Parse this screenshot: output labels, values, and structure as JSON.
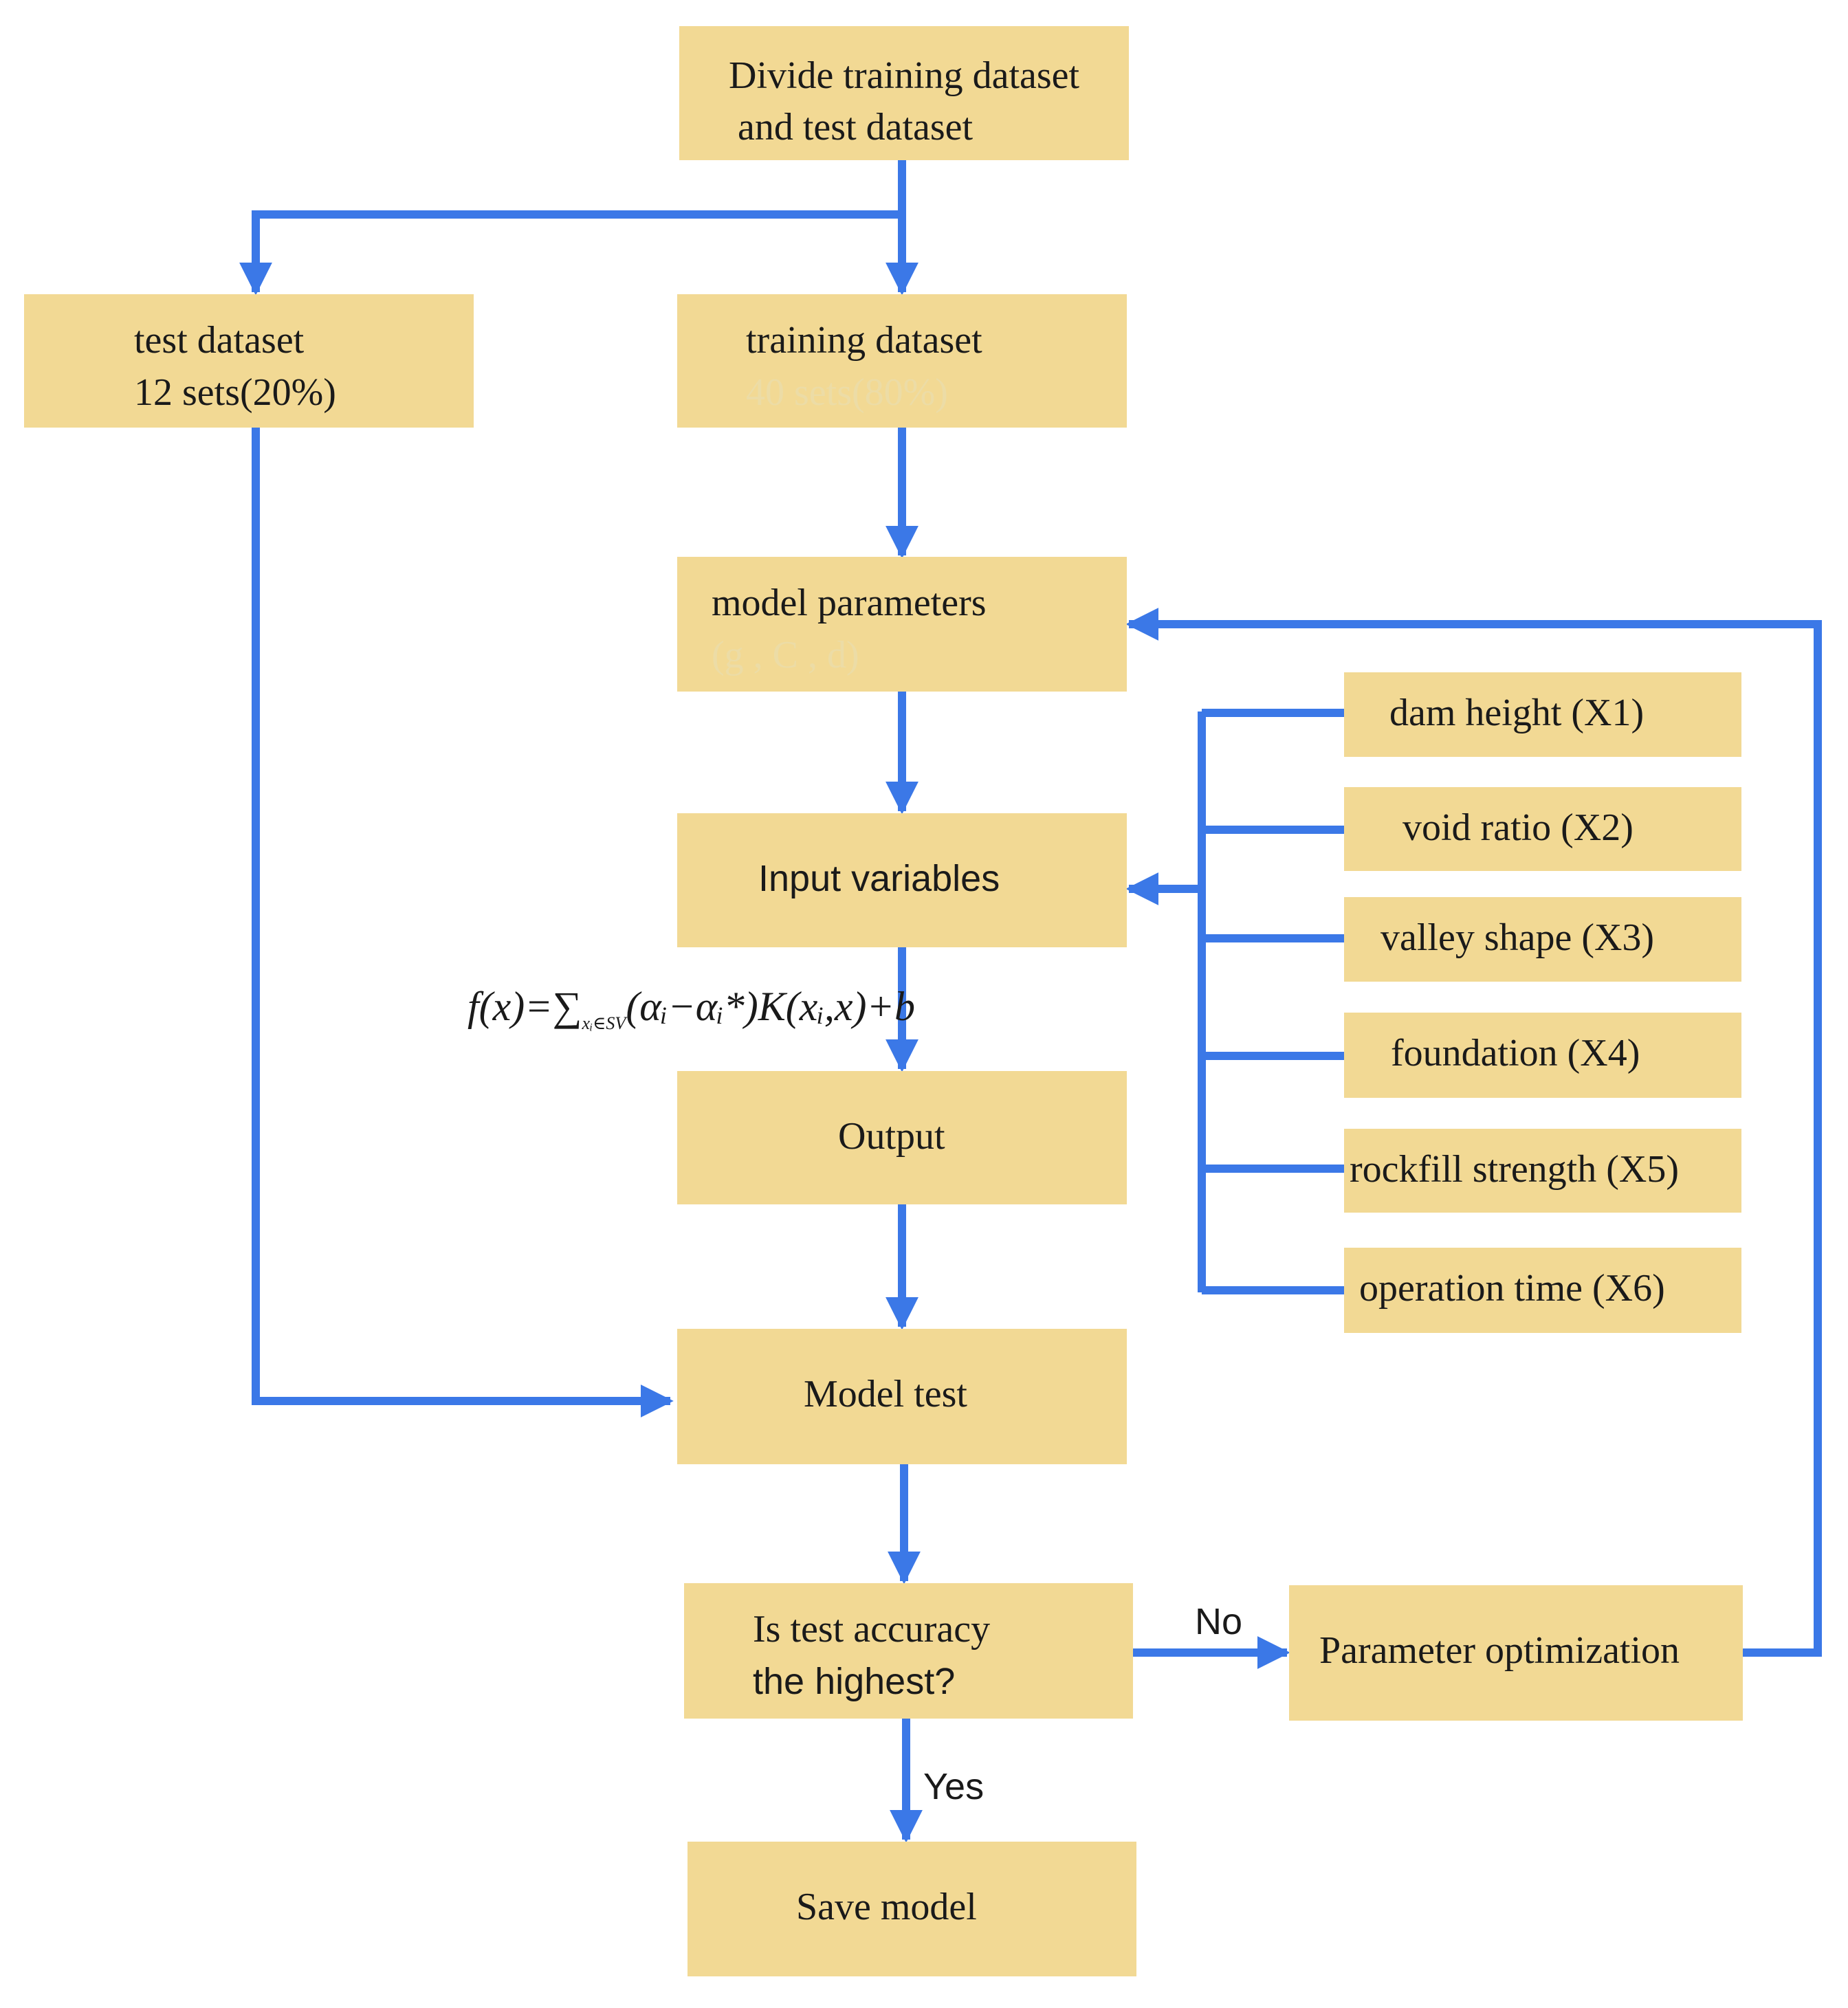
{
  "diagram": {
    "nodes": {
      "divide": {
        "lines": [
          "Divide training dataset",
          "and test dataset"
        ]
      },
      "test_dataset": {
        "lines": [
          "test dataset",
          "12 sets(20%)"
        ]
      },
      "training_dataset": {
        "lines": [
          "training dataset",
          "40 sets(80%)"
        ]
      },
      "model_parameters": {
        "lines": [
          "model parameters",
          "(g , C , d)"
        ]
      },
      "input_variables": {
        "label": "Input variables"
      },
      "output": {
        "label": "Output"
      },
      "model_test": {
        "label": "Model test"
      },
      "decision": {
        "lines": [
          "Is test accuracy",
          "the highest?"
        ]
      },
      "save_model": {
        "label": "Save model"
      },
      "parameter_optimization": {
        "label": "Parameter optimization"
      }
    },
    "variables": [
      "dam height (X1)",
      "void ratio (X2)",
      "valley shape (X3)",
      "foundation (X4)",
      "rockfill strength (X5)",
      "operation time (X6)"
    ],
    "edge_labels": {
      "no": "No",
      "yes": "Yes"
    },
    "formula": {
      "lhs": "f(x)=∑",
      "subscript": "xᵢ∈SV",
      "rhs": "(αᵢ−αᵢ*)K(xᵢ,x)+b"
    },
    "colors": {
      "box_fill": "#f2d994",
      "arrow": "#3b78e7",
      "text": "#1a1a1a"
    }
  }
}
